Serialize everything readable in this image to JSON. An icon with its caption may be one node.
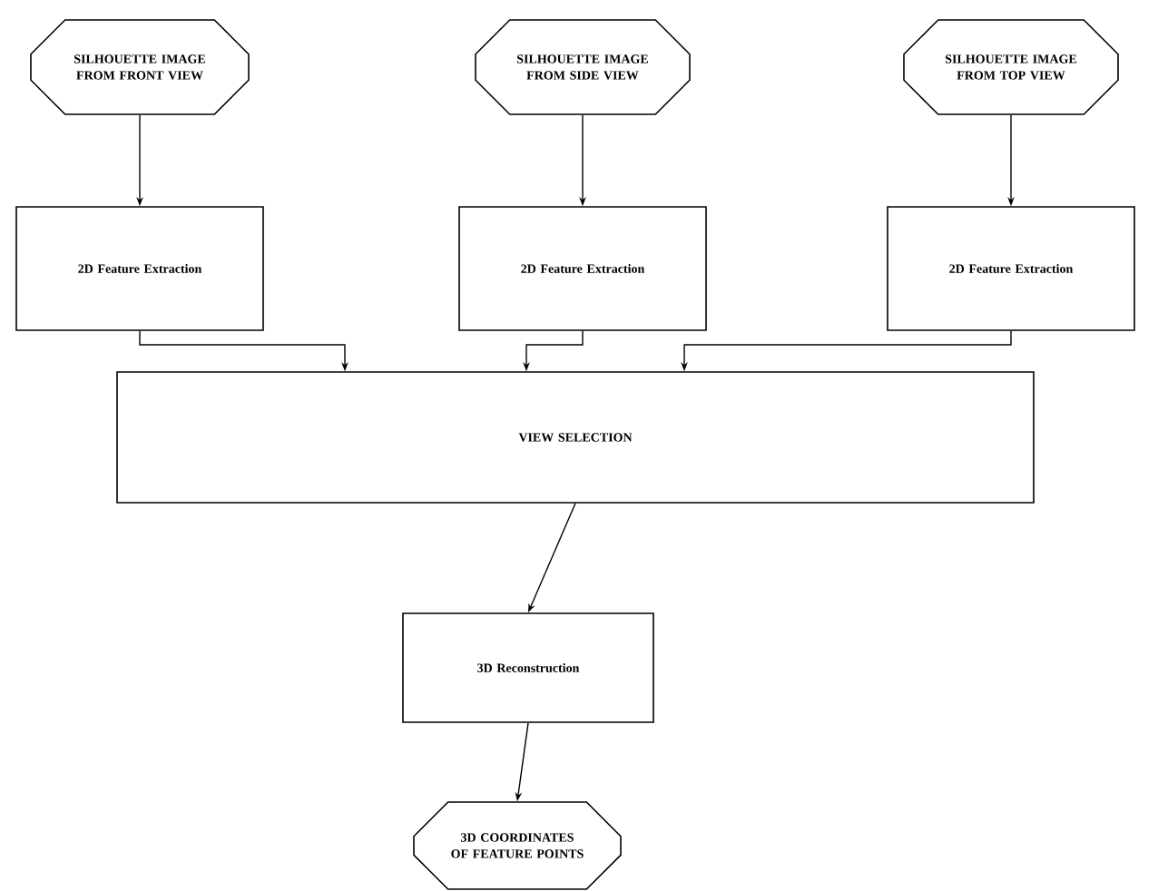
{
  "diagram": {
    "nodes": [
      {
        "text": [
          "SILHOUETTE IMAGE FROM FRONT VIEW"
        ]
      },
      {
        "text": [
          "SILHOUETTE IMAGE FROM SIDE VIEW"
        ]
      },
      {
        "text": [
          "SILHOUETTE IMAGE FROM TOP VIEW"
        ]
      },
      {
        "text": [
          "2D Feature Extraction"
        ]
      },
      {
        "text": [
          "2D Feature Extraction"
        ]
      },
      {
        "text": [
          "2D Feature Extraction"
        ]
      },
      {
        "text": [
          "VIEW SELECTION"
        ]
      },
      {
        "text": [
          "3D Reconstruction"
        ]
      },
      {
        "text": [
          "3D COORDINATES OF FEATURE POINTS"
        ]
      }
    ],
    "edges": [
      {
        "from": 0,
        "to": 3,
        "arrow": "to"
      },
      {
        "from": 1,
        "to": 4,
        "arrow": "to"
      },
      {
        "from": 2,
        "to": 5,
        "arrow": "to"
      },
      {
        "from": 3,
        "to": 6,
        "arrow": "to"
      },
      {
        "from": 4,
        "to": 6,
        "arrow": "to"
      },
      {
        "from": 5,
        "to": 6,
        "arrow": "to"
      },
      {
        "from": 6,
        "to": 7,
        "arrow": "to"
      },
      {
        "from": 7,
        "to": 8,
        "arrow": "to"
      }
    ]
  }
}
